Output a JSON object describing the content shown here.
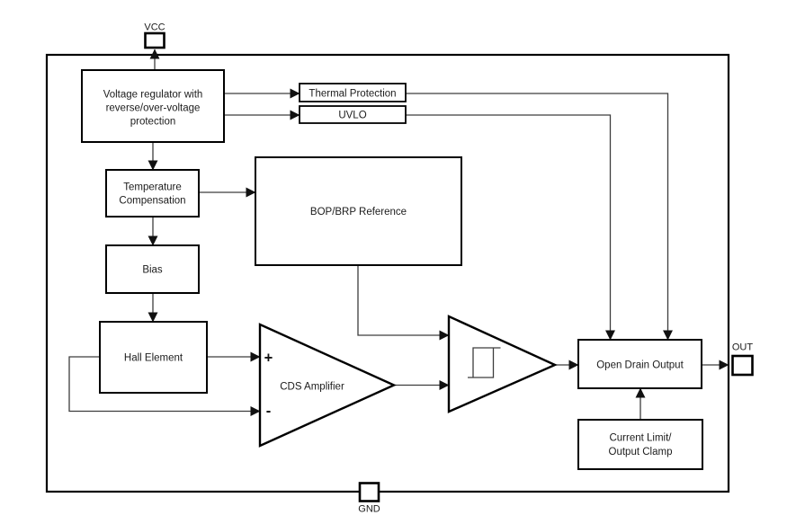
{
  "pins": {
    "vcc": "VCC",
    "out": "OUT",
    "gnd": "GND"
  },
  "blocks": {
    "voltage_regulator": {
      "line1": "Voltage regulator with",
      "line2": "reverse/over-voltage",
      "line3": "protection"
    },
    "thermal_protection": {
      "label": "Thermal Protection"
    },
    "uvlo": {
      "label": "UVLO"
    },
    "temperature_compensation": {
      "line1": "Temperature",
      "line2": "Compensation"
    },
    "bop_brp_reference": {
      "label": "BOP/BRP Reference"
    },
    "bias": {
      "label": "Bias"
    },
    "hall_element": {
      "label": "Hall Element"
    },
    "cds_amplifier": {
      "label": "CDS Amplifier",
      "plus_input": "+",
      "minus_input": "-"
    },
    "schmitt_trigger": {
      "label": ""
    },
    "open_drain_output": {
      "label": "Open Drain Output"
    },
    "current_limit_output_clamp": {
      "line1": "Current Limit/",
      "line2": "Output Clamp"
    }
  },
  "colors": {
    "stroke": "#000000",
    "connector": "#3d3d3d",
    "bg": "#ffffff"
  }
}
